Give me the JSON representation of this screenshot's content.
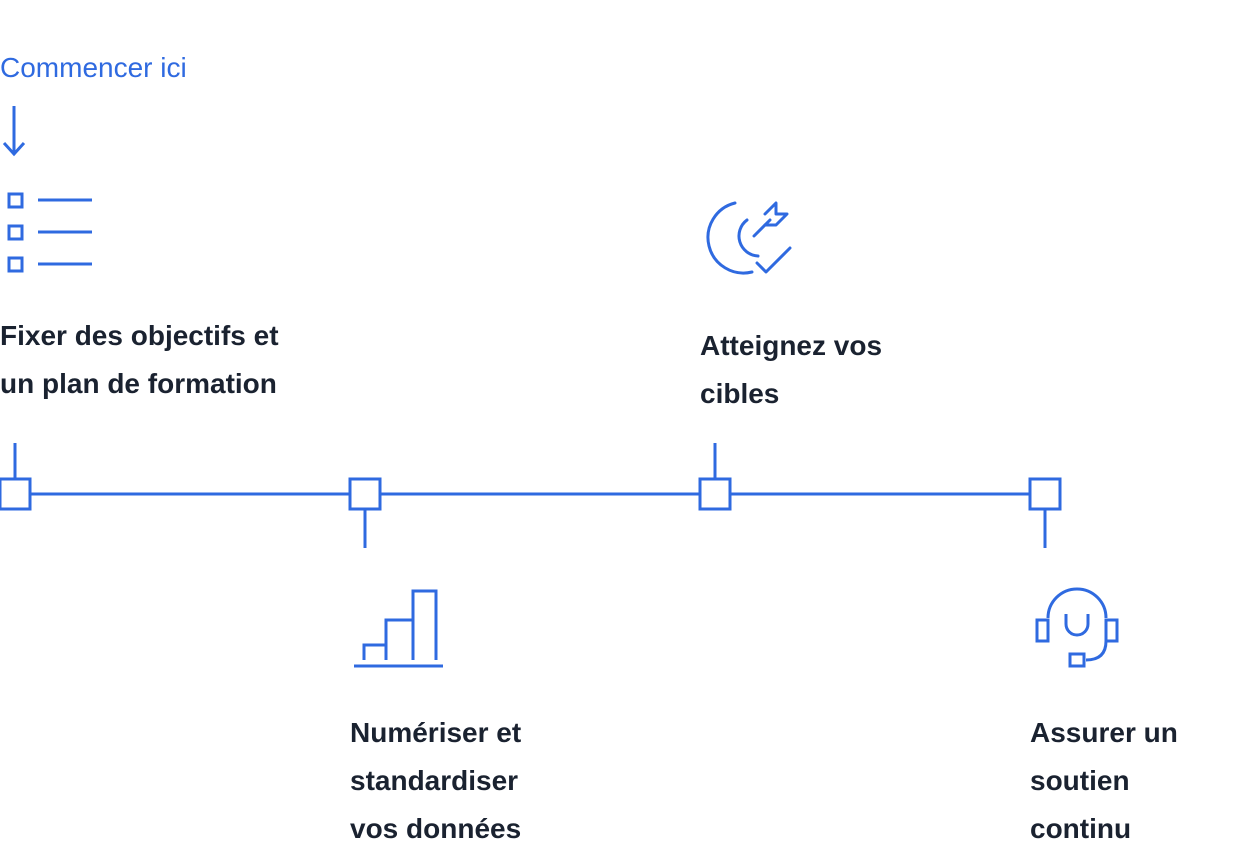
{
  "start": {
    "label": "Commencer ici",
    "arrow_icon": "arrow-down-icon"
  },
  "accent_color": "#2f6ae0",
  "text_color": "#1a2230",
  "steps": [
    {
      "title": "Fixer des objectifs et\nun plan de formation",
      "icon": "checklist-icon",
      "position": "above"
    },
    {
      "title": "Numériser et\nstandardiser\nvos données",
      "icon": "bar-chart-icon",
      "position": "below"
    },
    {
      "title": "Atteignez vos\ncibles",
      "icon": "target-check-icon",
      "position": "above"
    },
    {
      "title": "Assurer un\nsoutien\ncontinu",
      "icon": "headset-support-icon",
      "position": "below"
    }
  ]
}
